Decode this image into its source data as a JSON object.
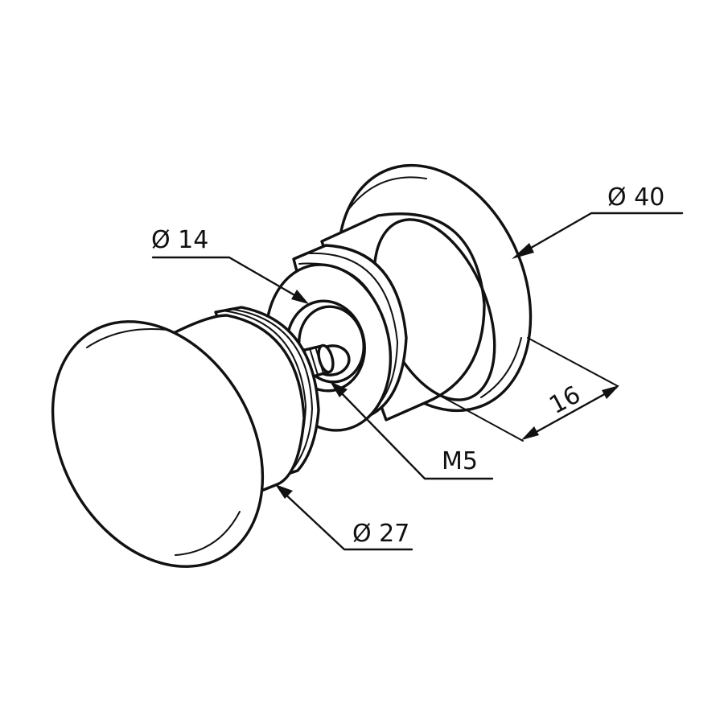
{
  "dimensions": {
    "diameter_40": "Ø 40",
    "diameter_14": "Ø 14",
    "diameter_27": "Ø 27",
    "thread": "M5",
    "length_16": "16"
  },
  "colors": {
    "line": "#111111",
    "background": "#ffffff"
  }
}
